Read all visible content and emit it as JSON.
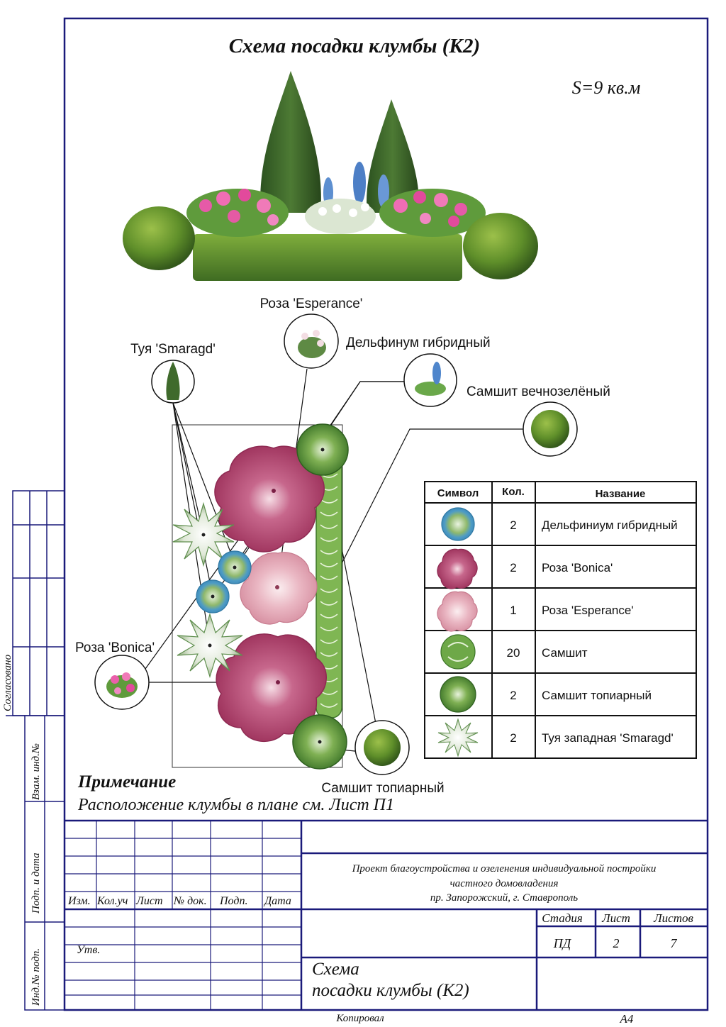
{
  "title": "Схема посадки  клумбы (К2)",
  "area": "S=9 кв.м",
  "callouts": {
    "rosa_esperance": "Роза 'Esperance'",
    "thuja": "Туя 'Smaragd'",
    "delphinium": "Дельфинум гибридный",
    "buxus": "Самшит вечнозелёный",
    "rosa_bonica": "Роза 'Bonica'",
    "buxus_topiary": "Самшит топиарный"
  },
  "legend": {
    "headers": {
      "symbol": "Символ",
      "count": "Кол.",
      "name": "Название"
    },
    "rows": [
      {
        "icon": "delphinium-symbol",
        "count": "2",
        "name": "Дельфиниум гибридный"
      },
      {
        "icon": "rosa-bonica-symbol",
        "count": "2",
        "name": "Роза 'Bonica'"
      },
      {
        "icon": "rosa-esperance-symbol",
        "count": "1",
        "name": "Роза 'Esperance'"
      },
      {
        "icon": "buxus-symbol",
        "count": "20",
        "name": "Самшит"
      },
      {
        "icon": "buxus-topiary-symbol",
        "count": "2",
        "name": "Самшит топиарный"
      },
      {
        "icon": "thuja-symbol",
        "count": "2",
        "name": "Туя западная 'Smaragd'"
      }
    ]
  },
  "note": {
    "heading": "Примечание",
    "text": "Расположение клумбы в плане см. Лист П1"
  },
  "sidebar": {
    "agreed": "Согласовано",
    "inv_replace": "Взам. инд.№",
    "sign_date": "Подп. и дата",
    "inv_orig": "Инд.№ подп."
  },
  "title_block": {
    "col_headers": [
      "Изм.",
      "Кол.уч",
      "Лист",
      "№ док.",
      "Подп.",
      "Дата"
    ],
    "approved": "Утв.",
    "project_line1": "Проект благоустройства и озеленения индивидуальной постройки",
    "project_line2": "частного домовладения",
    "project_line3": "пр. Запорожский, г. Ставрополь",
    "stage_label": "Стадия",
    "sheet_label": "Лист",
    "sheets_label": "Листов",
    "stage_value": "ПД",
    "sheet_value": "2",
    "sheets_value": "7",
    "drawing_title_line1": "Схема",
    "drawing_title_line2": "посадки  клумбы (К2)",
    "copied": "Копировал",
    "format": "А4"
  },
  "colors": {
    "frame": "#1a1a7a",
    "rose_bonica": "#b2446e",
    "rose_esperance": "#e3a5b4",
    "buxus": "#5e9a38",
    "buxus_dark": "#3e7a2a",
    "delphinium": "#4b9cc4",
    "thuja_green": "#5f8f4e"
  }
}
